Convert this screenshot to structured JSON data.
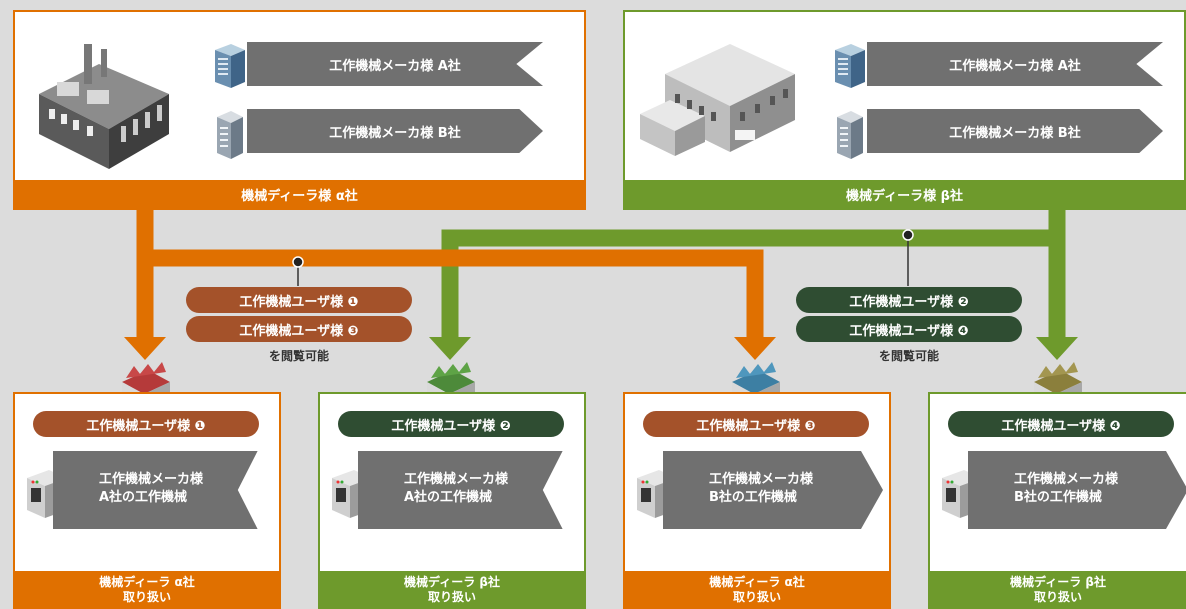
{
  "colors": {
    "orange": "#e07000",
    "green": "#6e9a2c",
    "brown_pill": "#a4522a",
    "dark_green_pill": "#2f4d32",
    "gray_banner": "#707070",
    "background": "#dcdcdc"
  },
  "dealers": [
    {
      "name": "機械ディーラ様 α社",
      "makers": [
        "工作機械メーカ様 A社",
        "工作機械メーカ様 B社"
      ]
    },
    {
      "name": "機械ディーラ様 β社",
      "makers": [
        "工作機械メーカ様 A社",
        "工作機械メーカ様 B社"
      ]
    }
  ],
  "access_groups": [
    {
      "pills": [
        "工作機械ユーザ様 ❶",
        "工作機械ユーザ様 ❸"
      ],
      "caption": "を閲覧可能"
    },
    {
      "pills": [
        "工作機械ユーザ様 ❷",
        "工作機械ユーザ様 ❹"
      ],
      "caption": "を閲覧可能"
    }
  ],
  "users": [
    {
      "label": "工作機械ユーザ様 ❶",
      "machine_line1": "工作機械メーカ様",
      "machine_line2": "A社の工作機械",
      "handler_line1": "機械ディーラ α社",
      "handler_line2": "取り扱い"
    },
    {
      "label": "工作機械ユーザ様 ❷",
      "machine_line1": "工作機械メーカ様",
      "machine_line2": "A社の工作機械",
      "handler_line1": "機械ディーラ β社",
      "handler_line2": "取り扱い"
    },
    {
      "label": "工作機械ユーザ様 ❸",
      "machine_line1": "工作機械メーカ様",
      "machine_line2": "B社の工作機械",
      "handler_line1": "機械ディーラ α社",
      "handler_line2": "取り扱い"
    },
    {
      "label": "工作機械ユーザ様 ❹",
      "machine_line1": "工作機械メーカ様",
      "machine_line2": "B社の工作機械",
      "handler_line1": "機械ディーラ β社",
      "handler_line2": "取り扱い"
    }
  ]
}
